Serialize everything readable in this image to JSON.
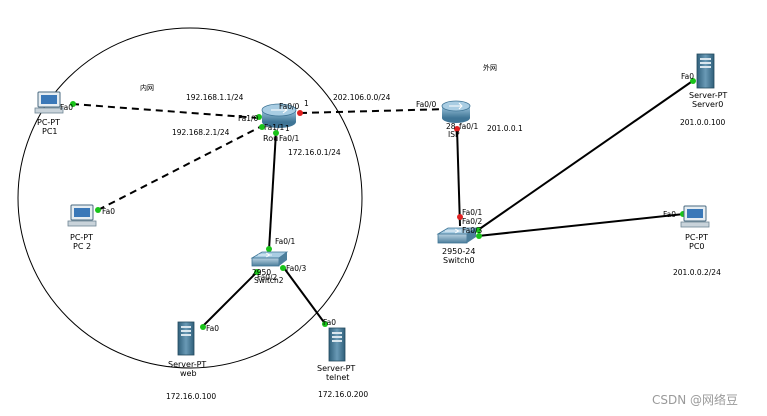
{
  "zones": {
    "inner_label": "内网",
    "outer_label": "外网"
  },
  "devices": {
    "pc1": {
      "type": "PC-PT",
      "name": "PC1"
    },
    "pc2": {
      "type": "PC-PT",
      "name": "PC 2"
    },
    "router": {
      "name": "Rou"
    },
    "isp_router": {
      "model": "28",
      "name": "ISP"
    },
    "switch_inner": {
      "model": "2950",
      "name": "Switch2"
    },
    "switch0": {
      "model": "2950-24",
      "name": "Switch0"
    },
    "server_web": {
      "type": "Server-PT",
      "name": "web"
    },
    "server_telnet": {
      "type": "Server-PT",
      "name": "telnet"
    },
    "server0": {
      "type": "Server-PT",
      "name": "Server0"
    },
    "pc0": {
      "type": "PC-PT",
      "name": "PC0"
    }
  },
  "ports": {
    "pc1_fa0": "Fa0",
    "router_fa1_0": "Fa1/0",
    "router_fa0_0": "Fa0/0",
    "router_fa1_1": "Fa1/1",
    "router_fa0_1": "Fa0/1",
    "router_num_1a": "1",
    "router_num_1b": "1",
    "pc2_fa0": "Fa0",
    "isp_fa0_0": "Fa0/0",
    "isp_fa0_1": "fa0/1",
    "sw_fa0_1": "Fa0/1",
    "sw_fa0_2": "Fa0/2",
    "sw_fa0_3": "Fa0/3",
    "web_fa0": "Fa0",
    "telnet_fa0": "Fa0",
    "sw0_fa0_1": "Fa0/1",
    "sw0_fa0_2": "Fa0/2",
    "sw0_fa0_3": "Fa0/3",
    "server0_fa0": "Fa0",
    "pc0_fa0": "Fa0"
  },
  "networks": {
    "net_pc1": "192.168.1.1/24",
    "net_pc2": "192.168.2.1/24",
    "net_wan": "202.106.0.0/24",
    "net_servers": "172.16.0.1/24",
    "isp_lan": "201.0.0.1",
    "server0_ip": "201.0.0.100",
    "pc0_ip": "201.0.0.2/24",
    "web_ip": "172.16.0.100",
    "telnet_ip": "172.16.0.200"
  },
  "watermark": "CSDN @网络豆",
  "colors": {
    "link": "#000000",
    "port_up": "#19c319",
    "port_down": "#e02020",
    "router_body": "#5a8fb0",
    "pc_screen": "#3a78b8"
  }
}
